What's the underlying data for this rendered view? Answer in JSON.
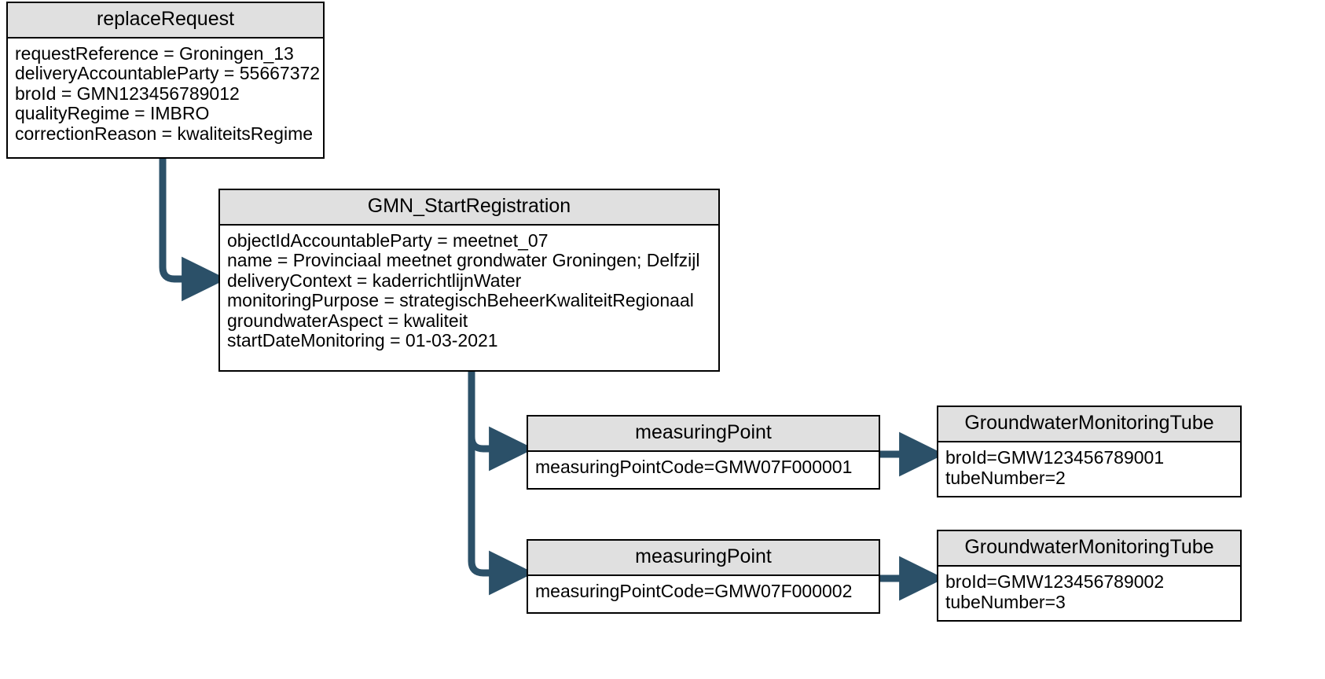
{
  "diagram": {
    "type": "uml-object-diagram",
    "accent_color": "#2B5068",
    "node_header_fill": "#E0E0E0",
    "node_border_color": "#000000",
    "background": "#FFFFFF"
  },
  "nodes": {
    "replace_request": {
      "title": "replaceRequest",
      "attributes": [
        "requestReference = Groningen_13",
        "deliveryAccountableParty = 55667372",
        "broId = GMN123456789012",
        "qualityRegime = IMBRO",
        "correctionReason = kwaliteitsRegime"
      ]
    },
    "gmn_start_registration": {
      "title": "GMN_StartRegistration",
      "attributes": [
        "objectIdAccountableParty = meetnet_07",
        "name = Provinciaal meetnet grondwater Groningen; Delfzijl",
        "deliveryContext = kaderrichtlijnWater",
        "monitoringPurpose = strategischBeheerKwaliteitRegionaal",
        "groundwaterAspect = kwaliteit",
        "startDateMonitoring = 01-03-2021"
      ]
    },
    "measuring_point_1": {
      "title": "measuringPoint",
      "attributes": [
        "measuringPointCode=GMW07F000001"
      ]
    },
    "measuring_point_2": {
      "title": "measuringPoint",
      "attributes": [
        "measuringPointCode=GMW07F000002"
      ]
    },
    "groundwater_monitoring_tube_1": {
      "title": "GroundwaterMonitoringTube",
      "attributes": [
        "broId=GMW123456789001",
        "tubeNumber=2"
      ]
    },
    "groundwater_monitoring_tube_2": {
      "title": "GroundwaterMonitoringTube",
      "attributes": [
        "broId=GMW123456789002",
        "tubeNumber=3"
      ]
    }
  },
  "connections": [
    {
      "name": "replace-request-to-start-registration",
      "from": "replace_request",
      "to": "gmn_start_registration"
    },
    {
      "name": "start-registration-to-measuring-point-1",
      "from": "gmn_start_registration",
      "to": "measuring_point_1"
    },
    {
      "name": "start-registration-to-measuring-point-2",
      "from": "gmn_start_registration",
      "to": "measuring_point_2"
    },
    {
      "name": "measuring-point-1-to-tube-1",
      "from": "measuring_point_1",
      "to": "groundwater_monitoring_tube_1"
    },
    {
      "name": "measuring-point-2-to-tube-2",
      "from": "measuring_point_2",
      "to": "groundwater_monitoring_tube_2"
    }
  ]
}
